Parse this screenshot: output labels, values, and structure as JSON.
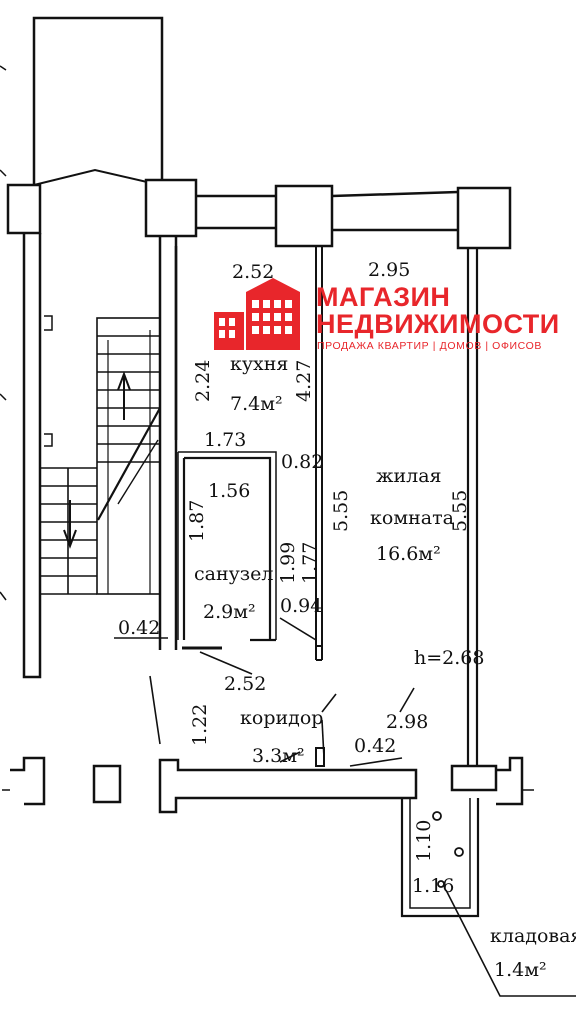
{
  "logo": {
    "line1": "МАГАЗИН",
    "line2": "НЕДВИЖИМОСТИ",
    "tagline": "ПРОДАЖА КВАРТИР | ДОМОВ | ОФИСОВ",
    "color": "#e8262b"
  },
  "rooms": {
    "kitchen": {
      "name": "кухня",
      "area": "7.4м²"
    },
    "living": {
      "name_line1": "жилая",
      "name_line2": "комната",
      "area": "16.6м²"
    },
    "bathroom": {
      "name": "санузел",
      "area": "2.9м²"
    },
    "corridor": {
      "name": "коридор",
      "area": "3.3м²"
    },
    "storage": {
      "name": "кладовая",
      "area": "1.4м²"
    }
  },
  "dimensions": {
    "kitchen_width": "2.52",
    "living_width": "2.95",
    "kitchen_depth": "2.24",
    "kitchen_right": "4.27",
    "bath_top": "1.73",
    "partition": "0.82",
    "bath_inner": "1.56",
    "bath_left": "1.87",
    "living_left": "5.55",
    "living_right": "5.55",
    "bath_right_a": "1.99",
    "bath_right_b": "1.77",
    "bath_door": "0.94",
    "outer_step": "0.42",
    "corridor_top": "2.52",
    "corridor_left": "1.22",
    "corridor_right": "2.98",
    "corridor_stub": "0.42",
    "storage_height": "1.10",
    "storage_width": "1.16"
  },
  "ceiling_height": "h=2.68"
}
